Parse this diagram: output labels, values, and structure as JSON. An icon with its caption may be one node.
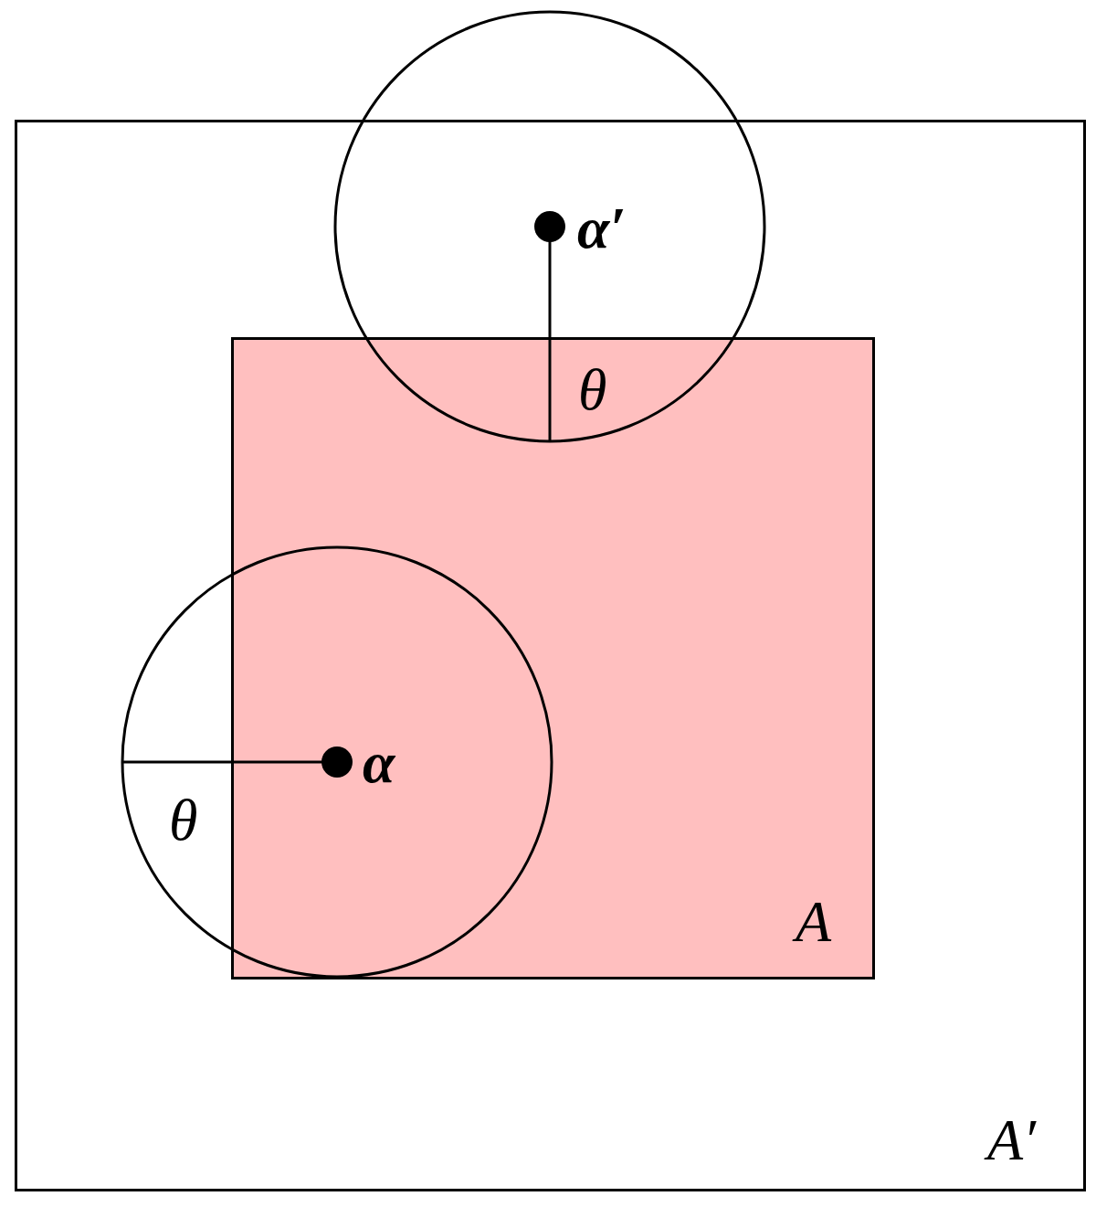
{
  "diagram": {
    "nodes": [
      {
        "text": [
          "A′"
        ]
      },
      {
        "text": [
          "A"
        ],
        "in": 0
      }
    ],
    "labels": [
      "α′",
      "θ",
      "α",
      "θ"
    ]
  }
}
